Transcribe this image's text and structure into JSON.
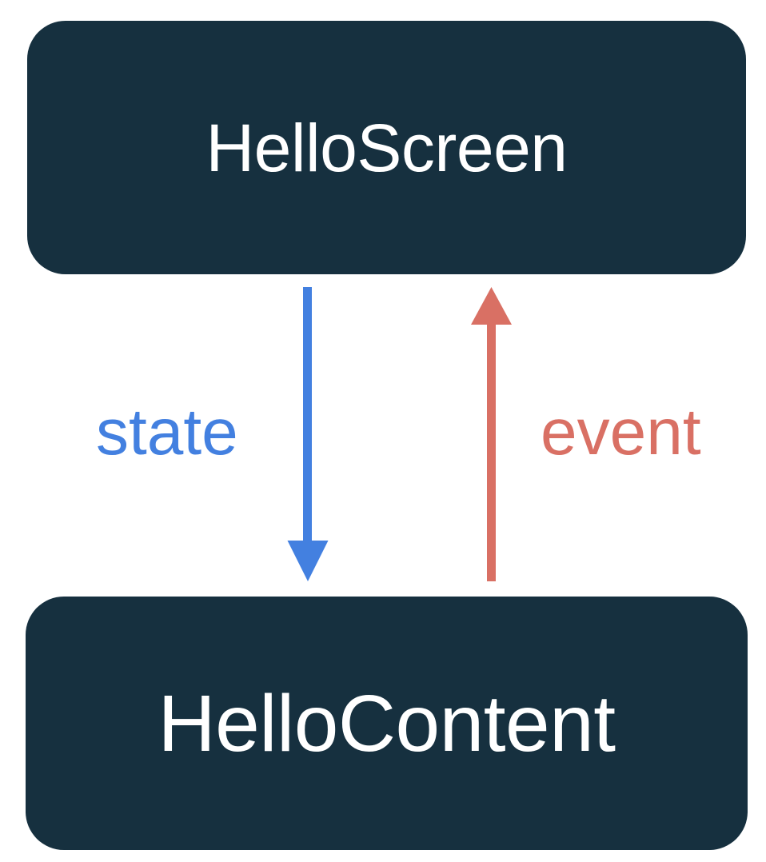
{
  "diagram": {
    "type": "unidirectional-data-flow",
    "background_color": "#ffffff",
    "nodes": [
      {
        "id": "hello-screen",
        "label": "HelloScreen",
        "fill": "#16303f",
        "text_color": "#ffffff"
      },
      {
        "id": "hello-content",
        "label": "HelloContent",
        "fill": "#16303f",
        "text_color": "#ffffff"
      }
    ],
    "edges": [
      {
        "id": "state-edge",
        "label": "state",
        "color": "#4380e0",
        "direction": "down",
        "from": "HelloScreen",
        "to": "HelloContent"
      },
      {
        "id": "event-edge",
        "label": "event",
        "color": "#d97064",
        "direction": "up",
        "from": "HelloContent",
        "to": "HelloScreen"
      }
    ]
  }
}
